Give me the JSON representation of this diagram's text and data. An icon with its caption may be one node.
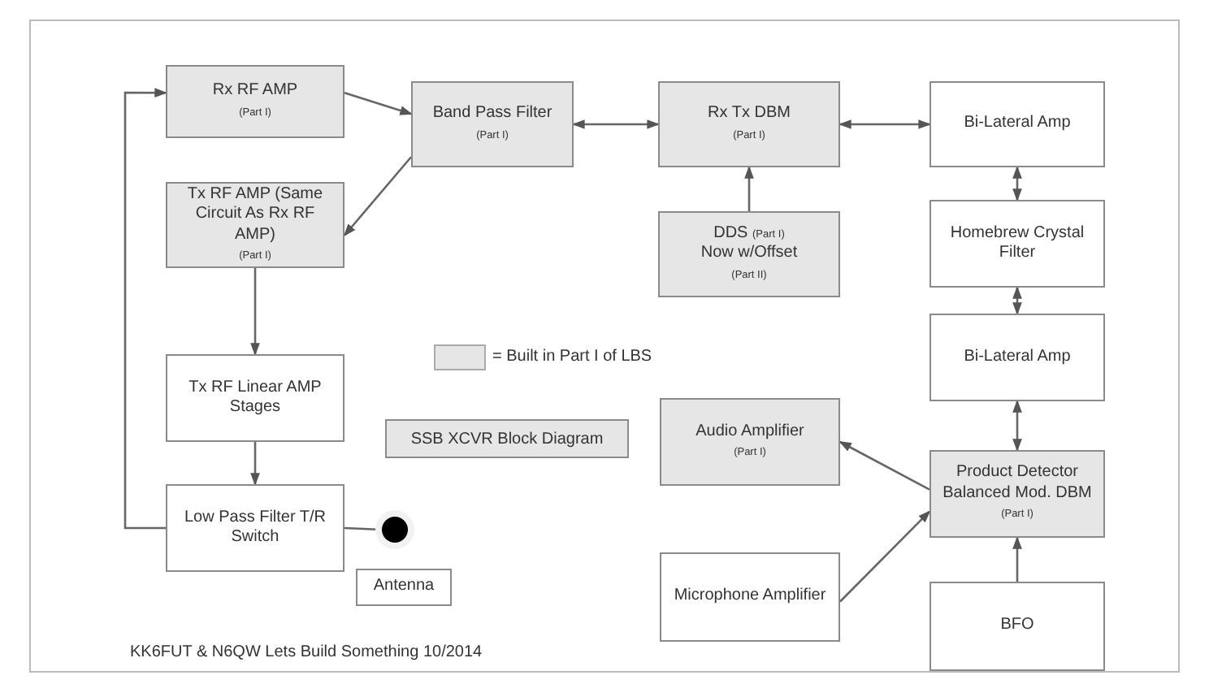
{
  "diagram": {
    "title": "SSB XCVR Block Diagram",
    "caption": "KK6FUT & N6QW Lets Build Something 10/2014",
    "nodes": [
      {
        "text": [
          "Rx RF AMP",
          "(Part I)"
        ]
      },
      {
        "text": [
          "Band Pass Filter",
          "(Part I)"
        ]
      },
      {
        "text": [
          "Rx Tx DBM",
          "(Part I)"
        ]
      },
      {
        "text": [
          "Bi-Lateral Amp"
        ]
      },
      {
        "text": [
          "Tx RF AMP (Same Circuit As Rx RF AMP)",
          "(Part I)"
        ]
      },
      {
        "text": [
          "DDS",
          "(Part I)",
          "Now w/Offset",
          "(Part II)"
        ]
      },
      {
        "text": [
          "Homebrew Crystal Filter"
        ]
      },
      {
        "text": [
          "Bi-Lateral Amp"
        ]
      },
      {
        "text": [
          "Tx RF Linear AMP Stages"
        ]
      },
      {
        "text": [
          "Audio Amplifier",
          "(Part I)"
        ]
      },
      {
        "text": [
          "Product Detector Balanced Mod. DBM",
          "(Part I)"
        ]
      },
      {
        "text": [
          "Low Pass Filter T/R Switch"
        ]
      },
      {
        "text": [],
        "shape": "circle"
      },
      {
        "text": [
          "Antenna"
        ]
      },
      {
        "text": [
          "Microphone Amplifier"
        ]
      },
      {
        "text": [
          "BFO"
        ]
      }
    ],
    "edges": [
      {
        "from": 0,
        "to": 1,
        "arrow": "to"
      },
      {
        "from": 1,
        "to": 4,
        "arrow": "to"
      },
      {
        "from": 1,
        "to": 2,
        "arrow": "both"
      },
      {
        "from": 2,
        "to": 3,
        "arrow": "both"
      },
      {
        "from": 5,
        "to": 2,
        "arrow": "to"
      },
      {
        "from": 3,
        "to": 6,
        "arrow": "both"
      },
      {
        "from": 6,
        "to": 7,
        "arrow": "both"
      },
      {
        "from": 7,
        "to": 10,
        "arrow": "both"
      },
      {
        "from": 10,
        "to": 9,
        "arrow": "to"
      },
      {
        "from": 14,
        "to": 10,
        "arrow": "to"
      },
      {
        "from": 15,
        "to": 10,
        "arrow": "to"
      },
      {
        "from": 4,
        "to": 8,
        "arrow": "to"
      },
      {
        "from": 8,
        "to": 11,
        "arrow": "to"
      },
      {
        "from": 11,
        "to": 0,
        "arrow": "to"
      },
      {
        "from": 11,
        "to": 12,
        "arrow": "none"
      }
    ],
    "legend": [
      {
        "text": "= Built in Part I of LBS",
        "color": "#e6e6e6"
      }
    ]
  }
}
